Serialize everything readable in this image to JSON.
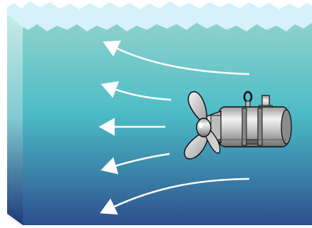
{
  "scene": {
    "subject": "submersible-mixer-in-water-tank",
    "flow_direction": "left",
    "flow_arrow_count": 5,
    "icons": [
      "water-surface-icon",
      "flow-arrow-icon",
      "submersible-mixer-icon",
      "propeller-icon",
      "lifting-eye-icon"
    ],
    "colors": {
      "water_top": "#8ed2cc",
      "water_mid": "#4dbcc6",
      "water_bottom": "#2d4e8e",
      "side_wall_top": "#c8ece6",
      "side_wall_bottom": "#1d3a78",
      "surface_foam": "#d7f1fb",
      "arrow": "#ffffff",
      "mixer_body": "#c9c9c9",
      "mixer_outline": "#111111"
    }
  }
}
